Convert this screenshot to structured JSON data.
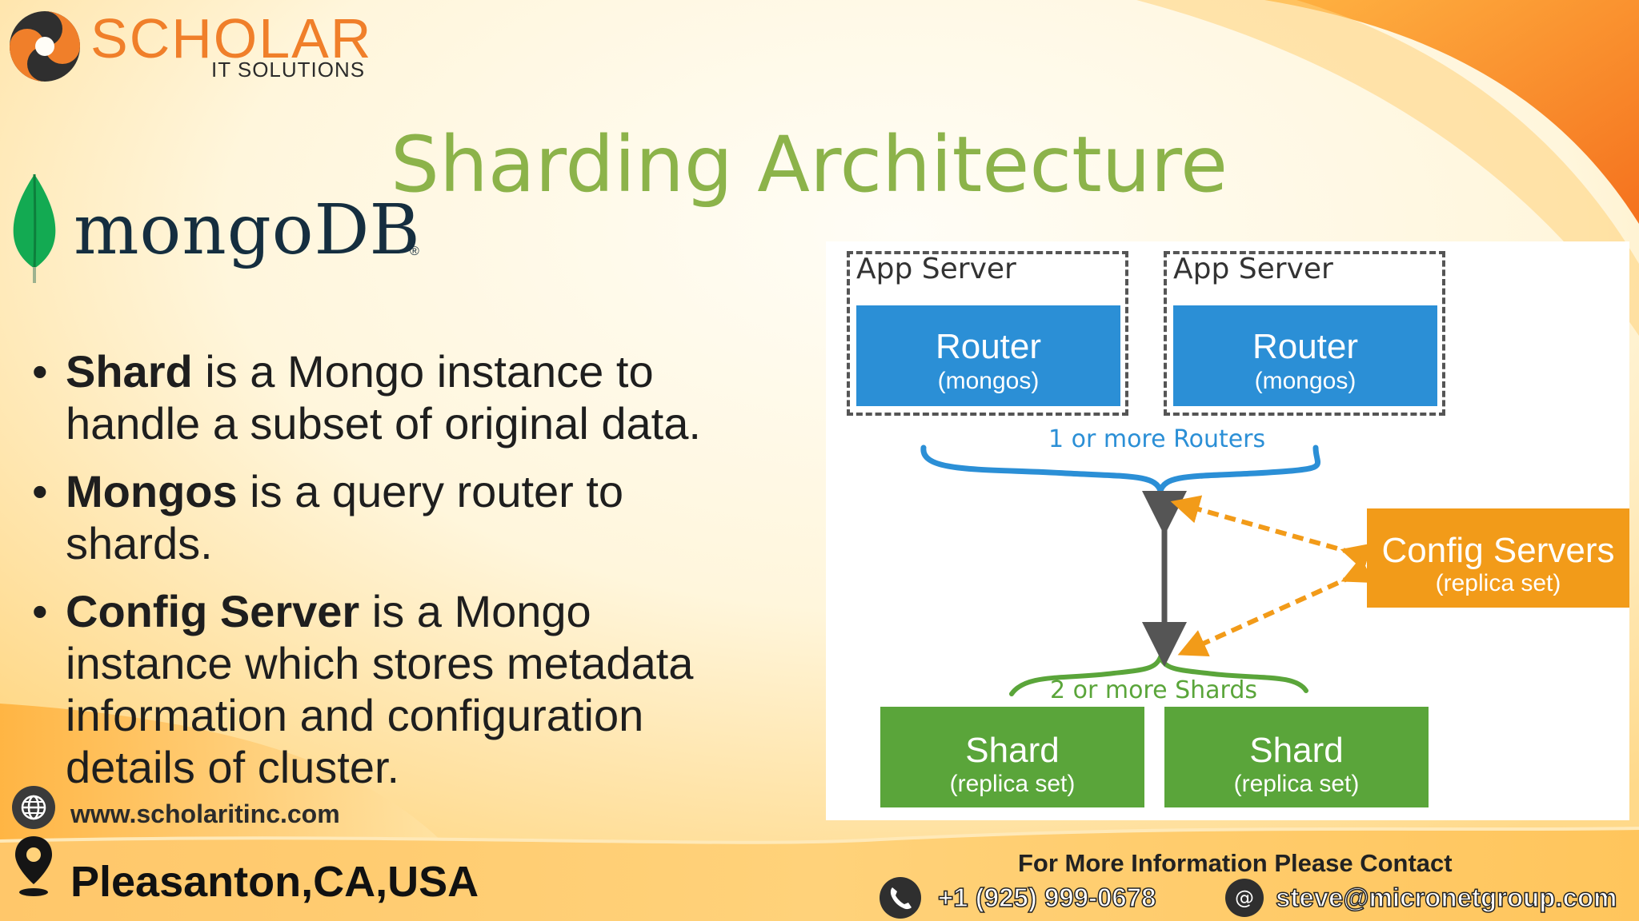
{
  "logo": {
    "name": "SCHOLAR",
    "sub": "IT SOLUTIONS"
  },
  "title": "Sharding Architecture",
  "mongo_logo": {
    "mongo": "mongo",
    "db": "DB",
    "reg": "®"
  },
  "bullets": [
    {
      "bold": "Shard",
      "text": " is a Mongo instance to handle a subset of original data."
    },
    {
      "bold": "Mongos",
      "text": " is a query router to shards."
    },
    {
      "bold": "Config Server",
      "text": " is a Mongo instance which stores metadata information and configuration details of cluster."
    }
  ],
  "bullet_char": "•",
  "diagram": {
    "app_servers": [
      {
        "label": "App Server",
        "router": "Router",
        "router_sub": "(mongos)"
      },
      {
        "label": "App Server",
        "router": "Router",
        "router_sub": "(mongos)"
      }
    ],
    "routers_label": "1 or more Routers",
    "config": {
      "main": "Config Servers",
      "sub": "(replica set)"
    },
    "shards_label": "2 or more Shards",
    "shards": [
      {
        "main": "Shard",
        "sub": "(replica set)"
      },
      {
        "main": "Shard",
        "sub": "(replica set)"
      }
    ]
  },
  "footer": {
    "website": "www.scholaritinc.com",
    "location": "Pleasanton,CA,USA",
    "contact_title": "For More Information Please Contact",
    "phone": "+1 (925) 999-0678",
    "email": "steve@micronetgroup.com"
  },
  "colors": {
    "title_green": "#8cb34a",
    "router_blue": "#2b8fd6",
    "shard_green": "#5aa53a",
    "config_orange": "#f29b19",
    "brand_orange": "#f07f2a"
  }
}
